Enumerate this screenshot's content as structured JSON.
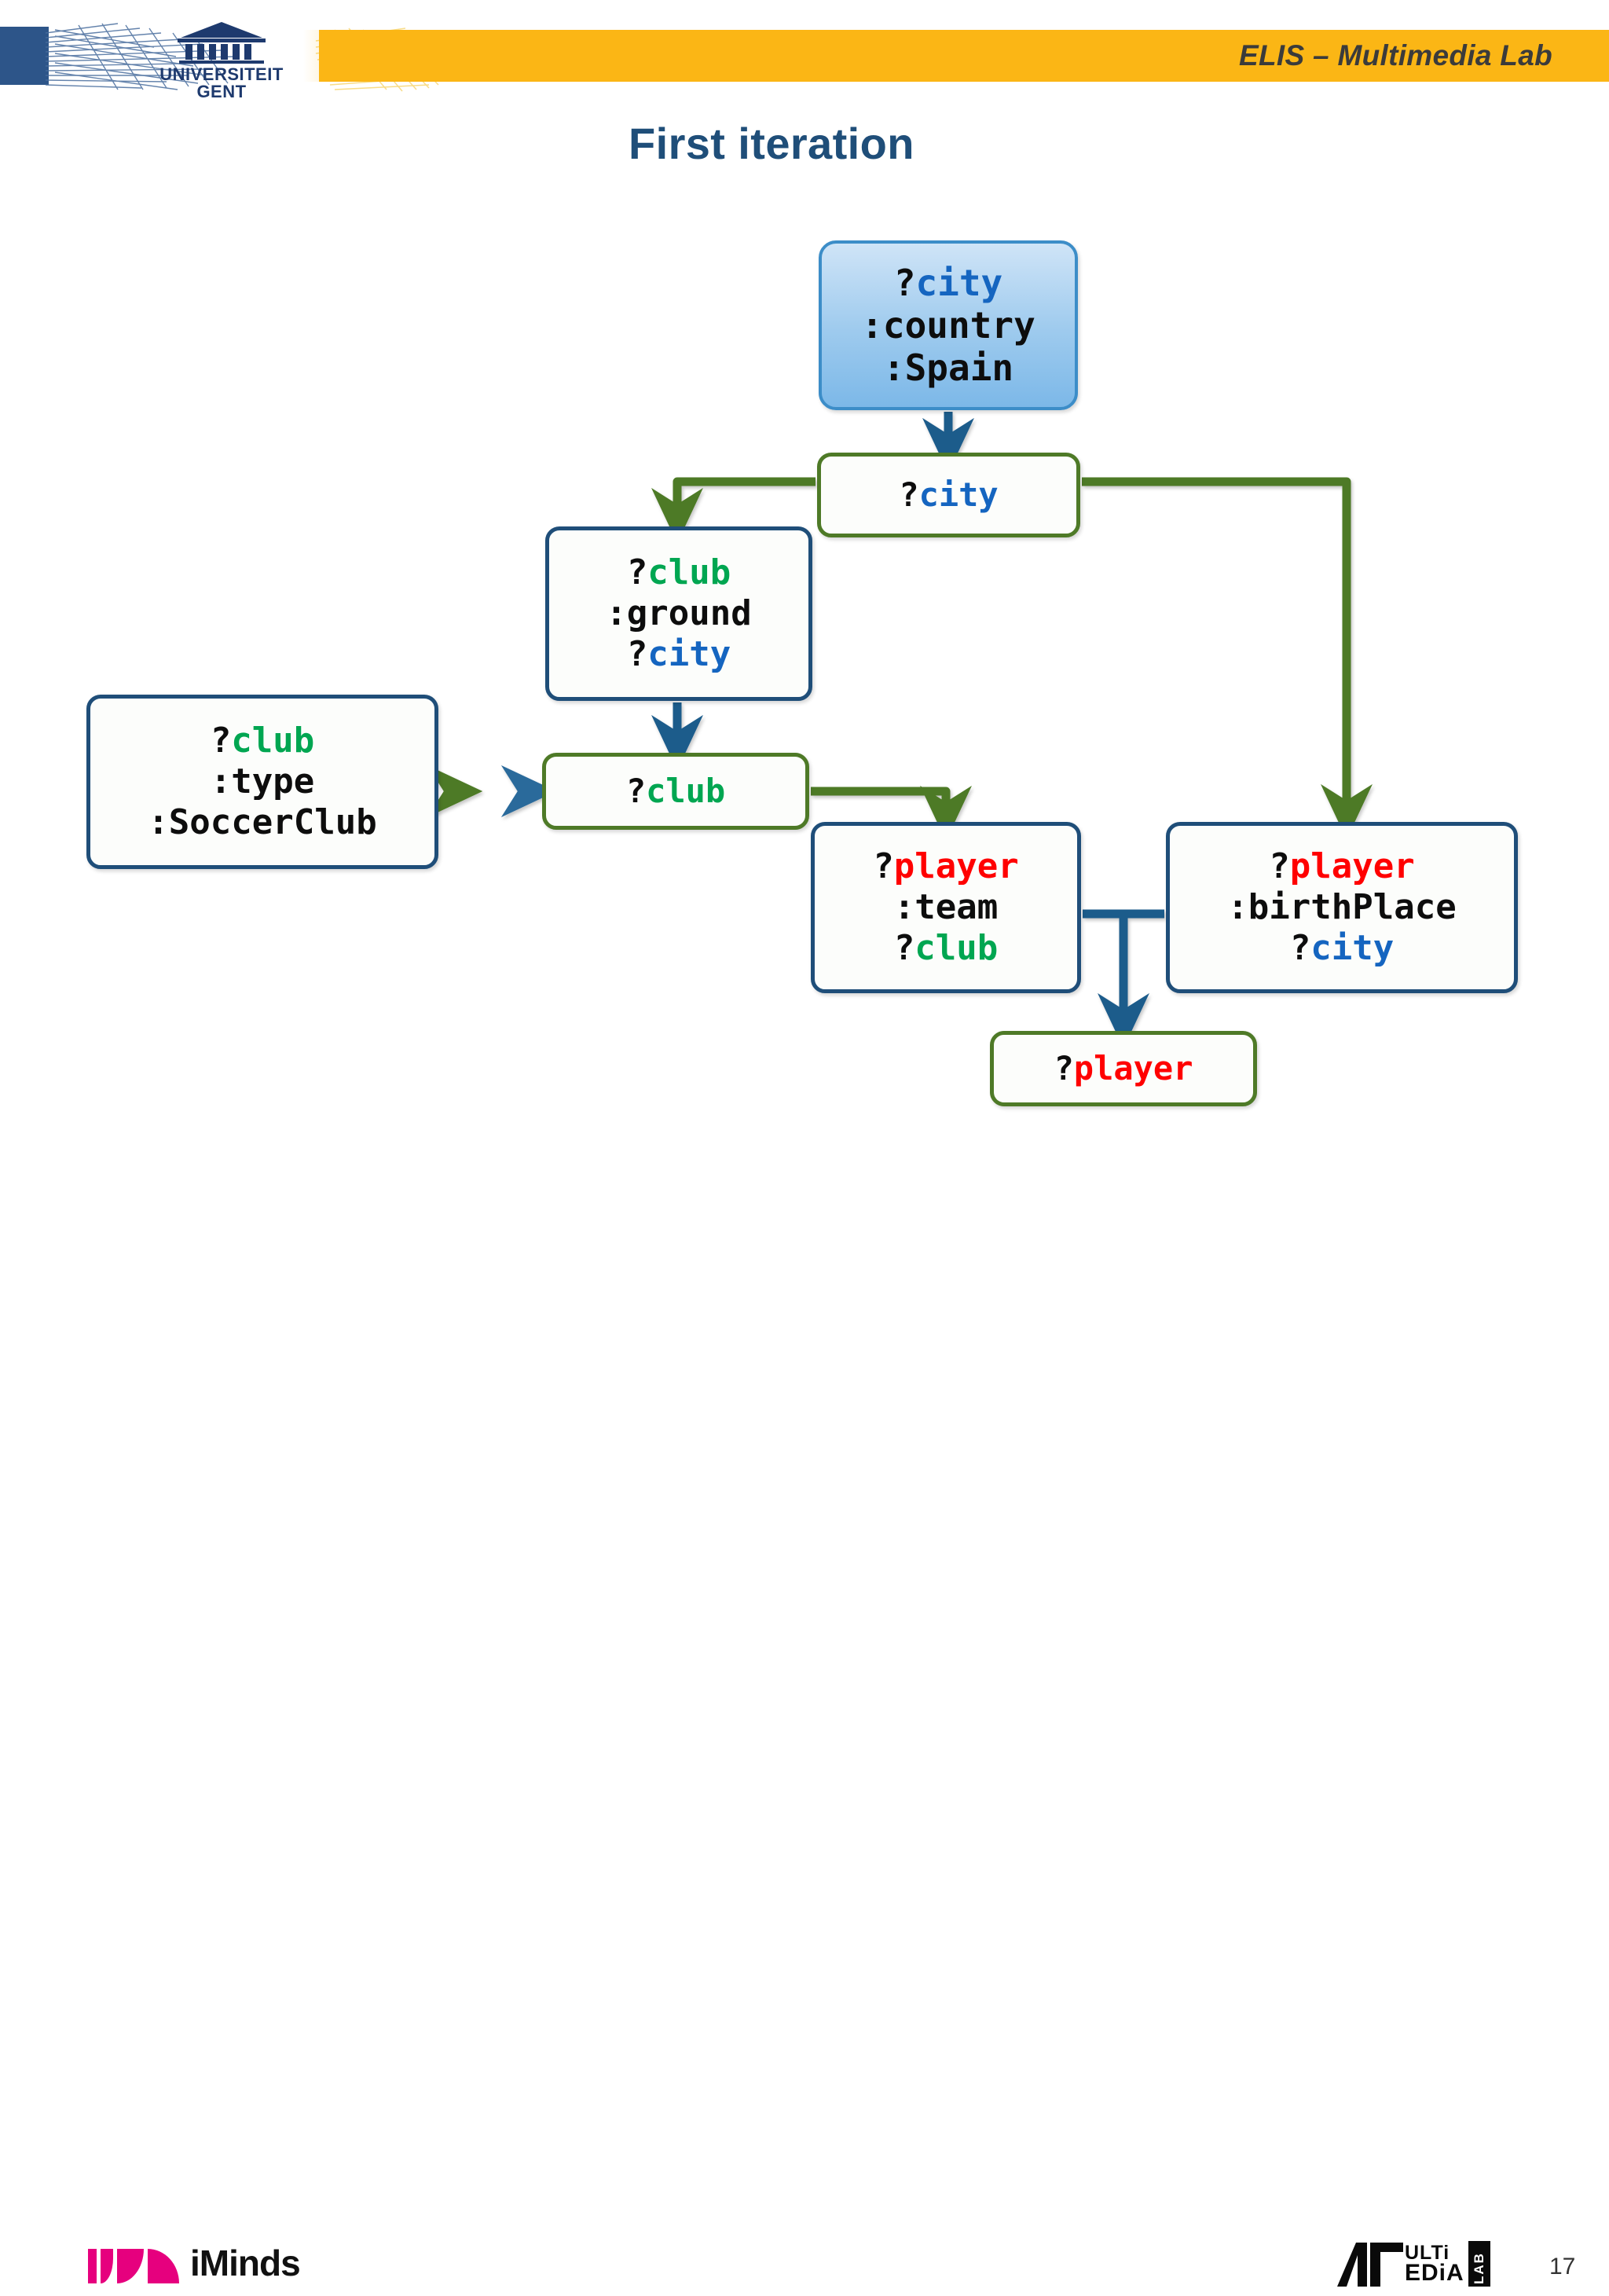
{
  "header": {
    "lab_title": "ELIS – Multimedia Lab",
    "university_line1": "UNIVERSITEIT",
    "university_line2": "GENT",
    "band_color": "#FBB615",
    "university_blue": "#2D5589",
    "title_color": "#3b3b3b"
  },
  "slide": {
    "title": "First iteration",
    "title_color": "#1F4E79",
    "page_number": "17"
  },
  "colors": {
    "variable_city": "#1565C0",
    "variable_club": "#00A651",
    "variable_player": "#FF0000",
    "predicate_black": "#0d0d0d",
    "border_navy": "#1F4E79",
    "border_olive": "#4E7A27",
    "edge_olive": "#4E7A27",
    "edge_navy": "#1F5C8B",
    "root_fill_top": "#CFE4F7",
    "root_fill_bottom": "#7CB8E8"
  },
  "graph": {
    "type": "flow-diagram",
    "nodes": [
      {
        "id": "n-city-country",
        "kind": "root-pattern",
        "style": "blue-gradient",
        "lines": [
          {
            "prefix": "?",
            "prefix_color": "black",
            "name": "city",
            "name_color": "blue"
          },
          {
            "prefix": ":",
            "prefix_color": "black",
            "name": "country",
            "name_color": "black"
          },
          {
            "prefix": ":",
            "prefix_color": "black",
            "name": "Spain",
            "name_color": "black"
          }
        ]
      },
      {
        "id": "n-city",
        "kind": "variable",
        "style": "olive-border",
        "lines": [
          {
            "prefix": "?",
            "prefix_color": "black",
            "name": "city",
            "name_color": "blue"
          }
        ]
      },
      {
        "id": "n-club-ground",
        "kind": "pattern",
        "style": "navy-border",
        "lines": [
          {
            "prefix": "?",
            "prefix_color": "black",
            "name": "club",
            "name_color": "green"
          },
          {
            "prefix": ":",
            "prefix_color": "black",
            "name": "ground",
            "name_color": "black"
          },
          {
            "prefix": "?",
            "prefix_color": "black",
            "name": "city",
            "name_color": "blue"
          }
        ]
      },
      {
        "id": "n-club-type",
        "kind": "pattern",
        "style": "navy-border",
        "lines": [
          {
            "prefix": "?",
            "prefix_color": "black",
            "name": "club",
            "name_color": "green"
          },
          {
            "prefix": ":",
            "prefix_color": "black",
            "name": "type",
            "name_color": "black"
          },
          {
            "prefix": ":",
            "prefix_color": "black",
            "name": "SoccerClub",
            "name_color": "black"
          }
        ]
      },
      {
        "id": "n-club",
        "kind": "variable",
        "style": "olive-border",
        "lines": [
          {
            "prefix": "?",
            "prefix_color": "black",
            "name": "club",
            "name_color": "green"
          }
        ]
      },
      {
        "id": "n-player-team",
        "kind": "pattern",
        "style": "navy-border",
        "lines": [
          {
            "prefix": "?",
            "prefix_color": "black",
            "name": "player",
            "name_color": "red"
          },
          {
            "prefix": ":",
            "prefix_color": "black",
            "name": "team",
            "name_color": "black"
          },
          {
            "prefix": "?",
            "prefix_color": "black",
            "name": "club",
            "name_color": "green"
          }
        ]
      },
      {
        "id": "n-player-birth",
        "kind": "pattern",
        "style": "navy-border",
        "lines": [
          {
            "prefix": "?",
            "prefix_color": "black",
            "name": "player",
            "name_color": "red"
          },
          {
            "prefix": ":",
            "prefix_color": "black",
            "name": "birthPlace",
            "name_color": "black"
          },
          {
            "prefix": "?",
            "prefix_color": "black",
            "name": "city",
            "name_color": "blue"
          }
        ]
      },
      {
        "id": "n-player",
        "kind": "variable",
        "style": "olive-border",
        "lines": [
          {
            "prefix": "?",
            "prefix_color": "black",
            "name": "player",
            "name_color": "red"
          }
        ]
      }
    ],
    "edges": [
      {
        "from": "n-city-country",
        "to": "n-city",
        "color": "navy",
        "arrow": true
      },
      {
        "from": "n-city",
        "to": "n-club-ground",
        "color": "olive",
        "arrow": true
      },
      {
        "from": "n-city",
        "to": "n-player-birth",
        "color": "olive",
        "arrow": true
      },
      {
        "from": "n-club-ground",
        "to": "n-club",
        "color": "navy",
        "arrow": true
      },
      {
        "from": "n-club-type",
        "to": "n-club",
        "color": "gradient",
        "arrow": "both"
      },
      {
        "from": "n-club",
        "to": "n-player-team",
        "color": "olive",
        "arrow": true
      },
      {
        "from": "n-player-team",
        "to": "n-player",
        "color": "navy",
        "arrow": true
      },
      {
        "from": "n-player-birth",
        "to": "n-player",
        "color": "navy",
        "arrow": true
      }
    ]
  },
  "footer": {
    "iminds_label": "iMinds",
    "mmlab_m": "Λı",
    "mmlab_row1": "ULTi",
    "mmlab_row2": "EDiA",
    "mmlab_badge": "LAB"
  }
}
